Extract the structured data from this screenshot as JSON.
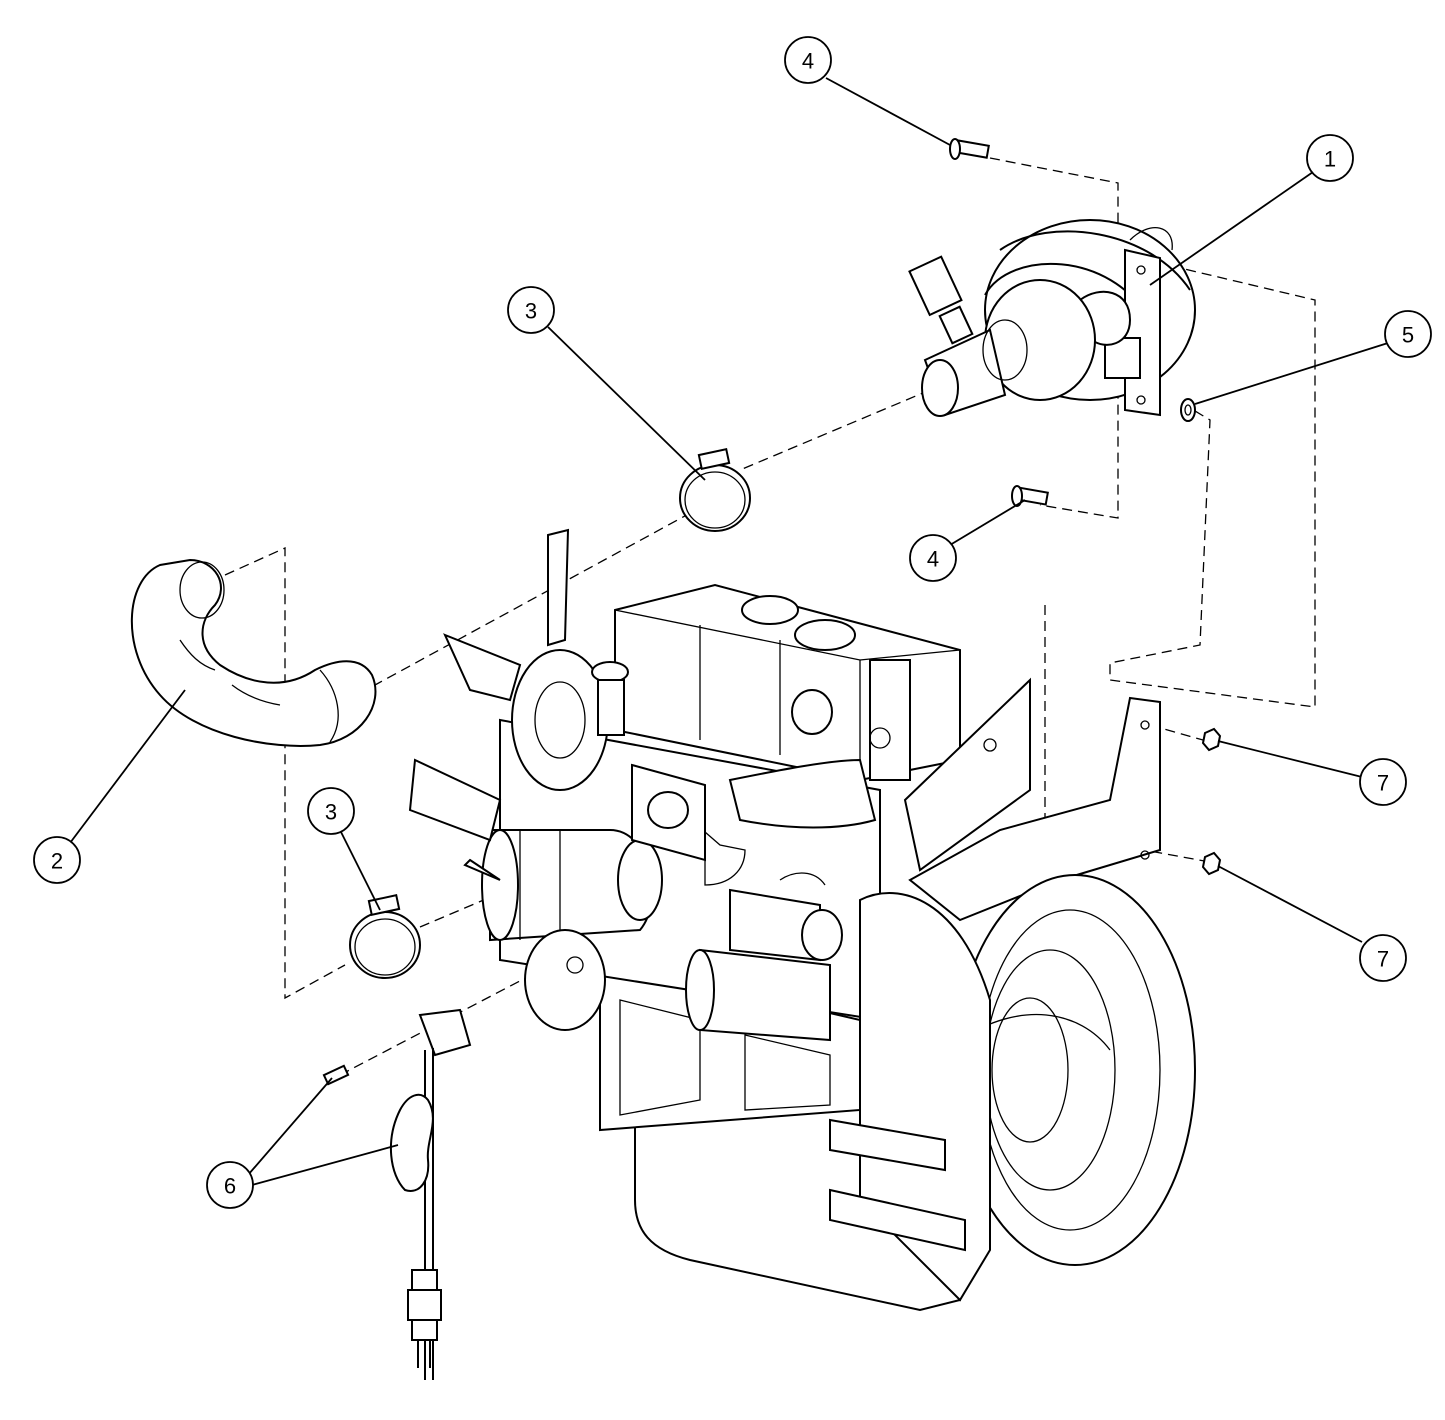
{
  "callouts": [
    {
      "id": "c4-top",
      "label": "4"
    },
    {
      "id": "c1",
      "label": "1"
    },
    {
      "id": "c3-top",
      "label": "3"
    },
    {
      "id": "c5",
      "label": "5"
    },
    {
      "id": "c4-mid",
      "label": "4"
    },
    {
      "id": "c2",
      "label": "2"
    },
    {
      "id": "c3-low",
      "label": "3"
    },
    {
      "id": "c7-top",
      "label": "7"
    },
    {
      "id": "c7-low",
      "label": "7"
    },
    {
      "id": "c6",
      "label": "6"
    }
  ],
  "colors": {
    "ink": "#000000",
    "paper": "#ffffff"
  }
}
